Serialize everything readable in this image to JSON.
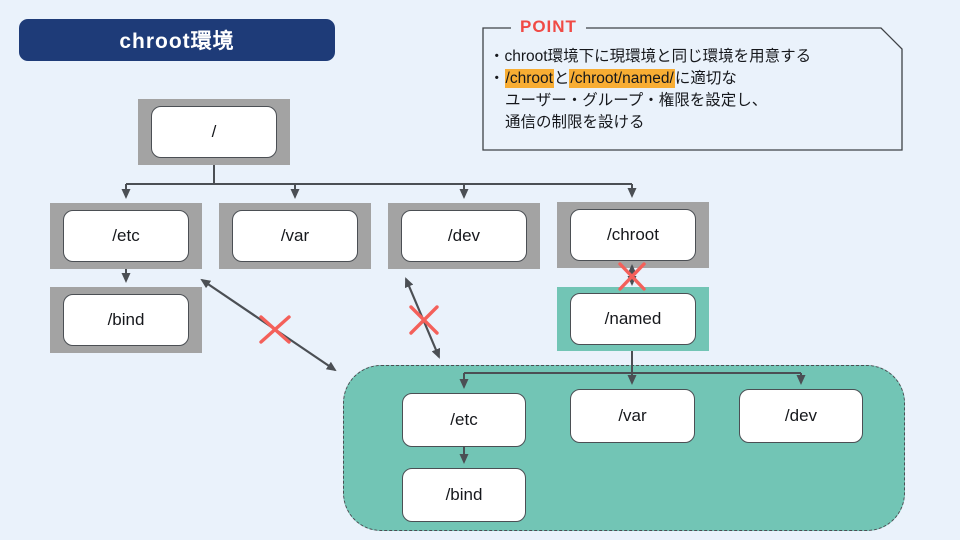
{
  "title": "chroot環境",
  "point": {
    "label": "POINT",
    "line1": "・chroot環境下に現環境と同じ環境を用意する",
    "line2": {
      "bullet": "・",
      "hl1": "/chroot",
      "sep": "と",
      "hl2": "/chroot/named/",
      "tail": "に適切な"
    },
    "line3": "ユーザー・グループ・権限を設定し、",
    "line4": "通信の制限を設ける"
  },
  "tree": {
    "root": "/",
    "etc": "/etc",
    "var": "/var",
    "dev": "/dev",
    "chroot": "/chroot",
    "bind": "/bind",
    "named": "/named"
  },
  "chroot_tree": {
    "etc": "/etc",
    "var": "/var",
    "dev": "/dev",
    "bind": "/bind"
  },
  "colors": {
    "background": "#eaf2fb",
    "title_navy": "#1e3b78",
    "frame_gray": "#a3a3a3",
    "teal": "#72c5b5",
    "line_dark": "#4b4f54",
    "point_red": "#f04a45",
    "highlight_orange": "#f8ad33",
    "x_red": "#f4605a"
  }
}
